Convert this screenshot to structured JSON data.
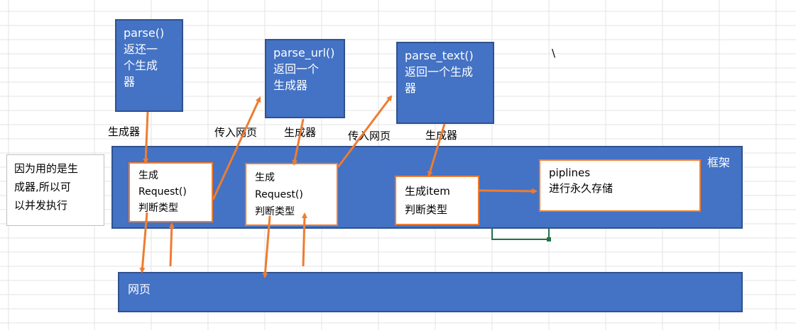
{
  "boxes": {
    "parse": "parse()\n返还一\n个生成\n器",
    "parse_url": "parse_url()\n返回一个\n生成器",
    "parse_text": "parse_text()\n返回一个生成\n器"
  },
  "framework": {
    "label": "框架",
    "request1": "生成\nRequest()\n判断类型",
    "request2": "生成\nRequest()\n判断类型",
    "item": "生成item\n判断类型",
    "piplines": "piplines\n进行永久存储"
  },
  "webpage": {
    "label": "网页"
  },
  "edge_labels": {
    "gen1": "生成器",
    "pass1": "传入网页",
    "gen2": "生成器",
    "pass2": "传入网页",
    "gen3": "生成器"
  },
  "note": "因为用的是生\n成器,所以可\n以并发执行",
  "stray_mark": "\\",
  "colors": {
    "box_fill": "#4472c4",
    "box_border": "#2f528f",
    "arrow": "#ed7d31",
    "cell_selection": "#217346",
    "gridline": "#e3e3e3"
  }
}
